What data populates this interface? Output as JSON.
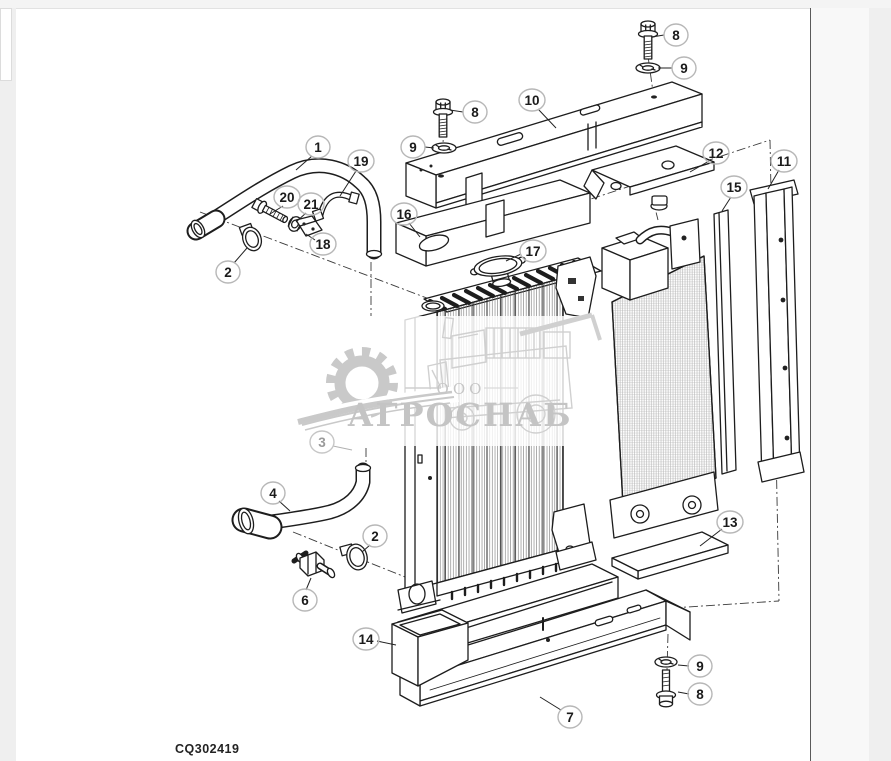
{
  "page": {
    "figure_code": "CQ302419"
  },
  "watermark": {
    "company_prefix": "ООО",
    "company_name": "АГРОСНАБ"
  },
  "colors": {
    "line": "#1d1d1d",
    "dashdot": "#3a3a3a",
    "callout_ring": "#b7b7b7",
    "watermark_gray": "#c9c9c9",
    "chrome_gray": "#efefef",
    "page_border": "#5a5a5a"
  },
  "callouts": [
    {
      "label": "1"
    },
    {
      "label": "19"
    },
    {
      "label": "20"
    },
    {
      "label": "21"
    },
    {
      "label": "18"
    },
    {
      "label": "2"
    },
    {
      "label": "16"
    },
    {
      "label": "10"
    },
    {
      "label": "8"
    },
    {
      "label": "9"
    },
    {
      "label": "8"
    },
    {
      "label": "9"
    },
    {
      "label": "12"
    },
    {
      "label": "11"
    },
    {
      "label": "15"
    },
    {
      "label": "17"
    },
    {
      "label": "3"
    },
    {
      "label": "4"
    },
    {
      "label": "2"
    },
    {
      "label": "6"
    },
    {
      "label": "13"
    },
    {
      "label": "14"
    },
    {
      "label": "7"
    },
    {
      "label": "9"
    },
    {
      "label": "8"
    }
  ]
}
